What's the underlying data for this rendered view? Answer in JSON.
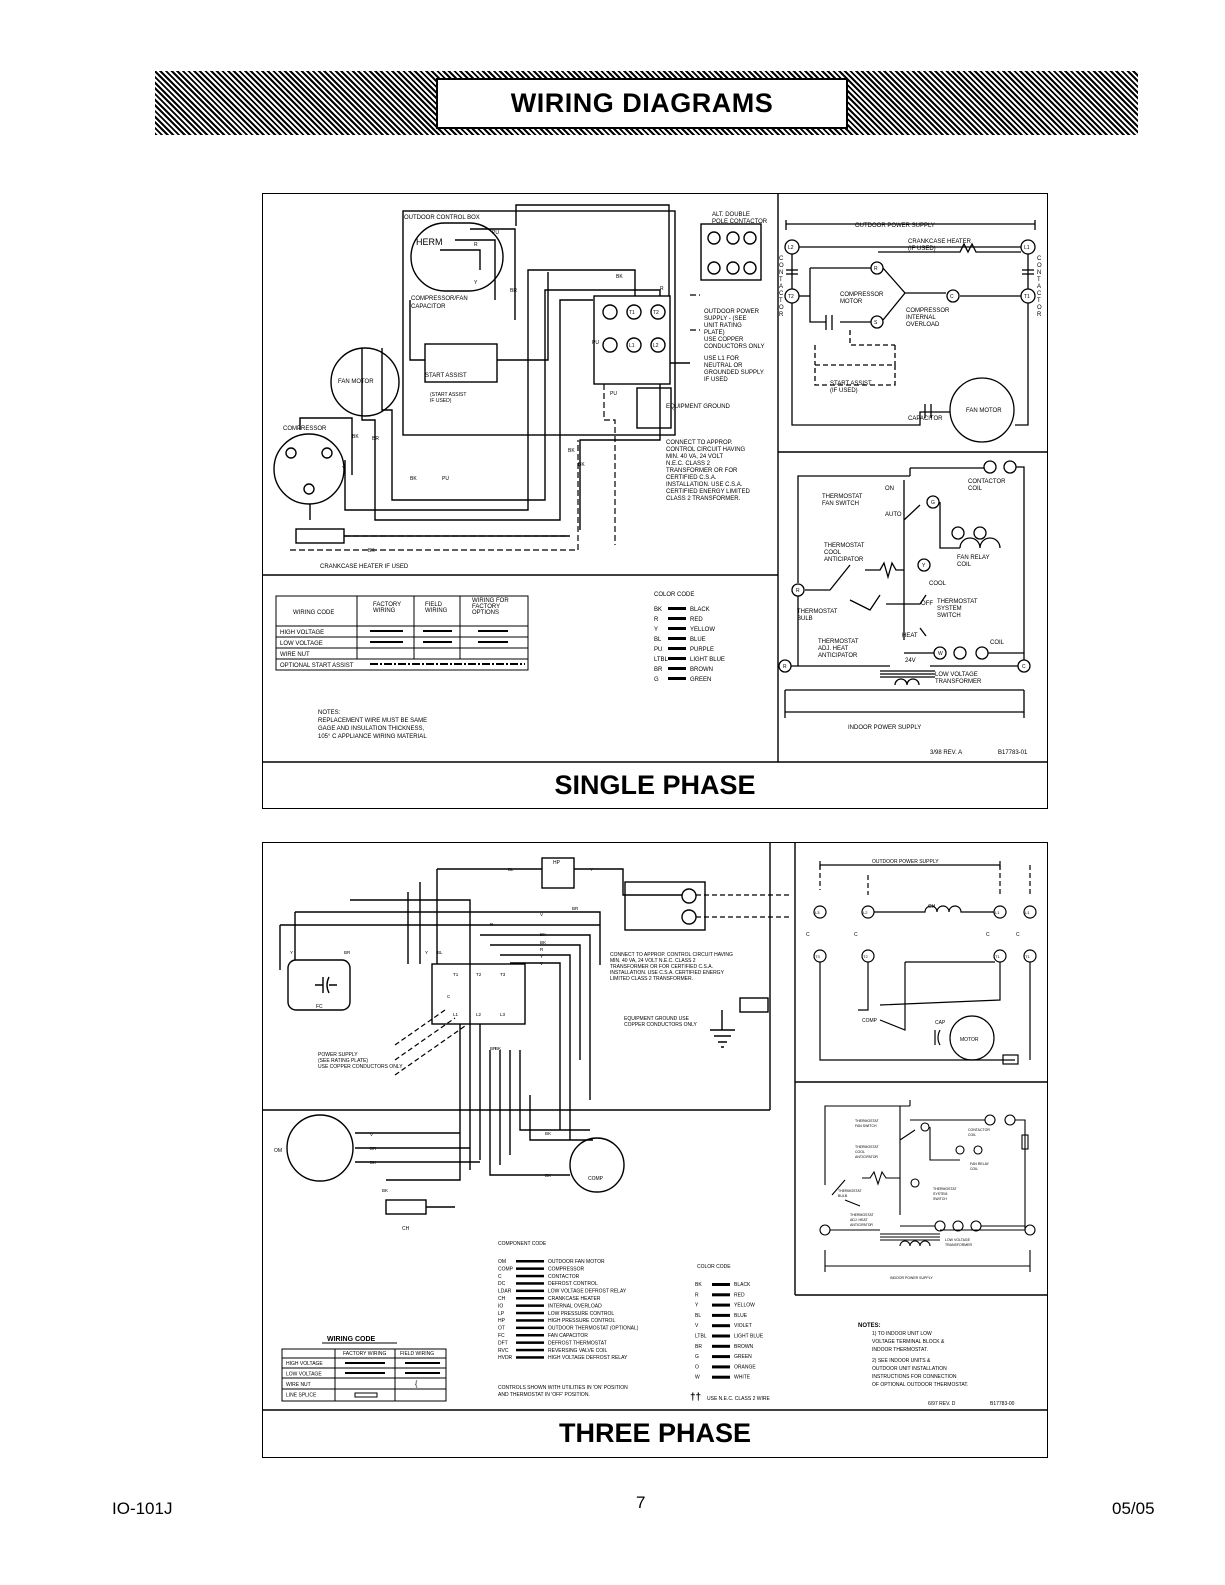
{
  "page": {
    "title": "WIRING DIAGRAMS",
    "doc_id": "IO-101J",
    "page_number": "7",
    "date": "05/05"
  },
  "single": {
    "label": "SINGLE PHASE",
    "main": {
      "control_box": "OUTDOOR CONTROL BOX",
      "comp_fan_cap": [
        "COMPRESSOR/FAN",
        "CAPACITOR"
      ],
      "herm": "HERM",
      "start_assist": "START ASSIST",
      "start_assist_note": [
        "(START ASSIST",
        "IF USED)"
      ],
      "fan_motor": "FAN MOTOR",
      "compressor": "COMPRESSOR",
      "crankcase": "CRANKCASE HEATER IF USED",
      "alt_contactor": [
        "ALT. DOUBLE",
        "POLE CONTACTOR"
      ],
      "outdoor_power": [
        "OUTDOOR POWER",
        "SUPPLY - (SEE",
        "UNIT RATING",
        "PLATE)",
        "USE COPPER",
        "CONDUCTORS ONLY"
      ],
      "use_l1": [
        "USE L1 FOR",
        "NEUTRAL OR",
        "GROUNDED SUPPLY",
        "IF USED"
      ],
      "equipment_ground": "EQUIPMENT GROUND",
      "connect_note": [
        "CONNECT TO APPROP.",
        "CONTROL CIRCUIT HAVING",
        "MIN. 40 VA, 24 VOLT",
        "N.E.C. CLASS 2",
        "TRANSFORMER OR FOR",
        "CERTIFIED C.S.A.",
        "INSTALLATION. USE C.S.A.",
        "CERTIFIED ENERGY LIMITED",
        "CLASS 2 TRANSFORMER."
      ],
      "wire_tags": [
        "PU",
        "R",
        "Y",
        "BK",
        "BR",
        "PU",
        "PU",
        "BK",
        "BK",
        "R",
        "BK",
        "BR",
        "Y",
        "BK",
        "BK",
        "PU"
      ],
      "terms": [
        "T1",
        "T2",
        "L1",
        "L2"
      ]
    },
    "wiring_table": {
      "headers": [
        "WIRING CODE",
        "FACTORY WIRING",
        "FIELD WIRING",
        "WIRING FOR FACTORY OPTIONS"
      ],
      "rows": [
        "HIGH VOLTAGE",
        "LOW VOLTAGE",
        "WIRE NUT",
        "OPTIONAL START ASSIST"
      ]
    },
    "color_code": {
      "title": "COLOR CODE",
      "items": [
        [
          "BK",
          "BLACK"
        ],
        [
          "R",
          "RED"
        ],
        [
          "Y",
          "YELLOW"
        ],
        [
          "BL",
          "BLUE"
        ],
        [
          "PU",
          "PURPLE"
        ],
        [
          "LTBL",
          "LIGHT BLUE"
        ],
        [
          "BR",
          "BROWN"
        ],
        [
          "G",
          "GREEN"
        ]
      ]
    },
    "notes": [
      "NOTES:",
      "REPLACEMENT WIRE MUST BE SAME",
      "GAGE AND INSULATION THICKNESS,",
      "105° C APPLIANCE WIRING MATERIAL"
    ],
    "schematic": {
      "outdoor_power": "OUTDOOR POWER SUPPLY",
      "crankcase": [
        "CRANKCASE HEATER",
        "(IF USED)"
      ],
      "contactor": "CONTACTOR",
      "compressor_motor": [
        "COMPRESSOR",
        "MOTOR"
      ],
      "internal_overload": [
        "COMPRESSOR",
        "INTERNAL",
        "OVERLOAD"
      ],
      "start_assist": [
        "START ASSIST",
        "(IF USED)"
      ],
      "capacitor": "CAPACITOR",
      "fan_motor": "FAN MOTOR"
    },
    "thermostat": {
      "fan_switch": [
        "THERMOSTAT",
        "FAN SWITCH"
      ],
      "on": "ON",
      "auto": "AUTO",
      "contactor_coil": [
        "CONTACTOR",
        "COIL"
      ],
      "cool_anticipator": [
        "THERMOSTAT",
        "COOL",
        "ANTICIPATOR"
      ],
      "fan_relay": [
        "FAN RELAY",
        "COIL"
      ],
      "bulb": [
        "THERMOSTAT",
        "BULB"
      ],
      "cool": "COOL",
      "off": "OFF",
      "heat": "HEAT",
      "system_switch": [
        "THERMOSTAT",
        "SYSTEM",
        "SWITCH"
      ],
      "heat_anticipator": [
        "THERMOSTAT",
        "ADJ. HEAT",
        "ANTICIPATOR"
      ],
      "coil": "COIL",
      "v24": "24V",
      "transformer": [
        "LOW VOLTAGE",
        "TRANSFORMER"
      ],
      "indoor_power": "INDOOR POWER SUPPLY",
      "rev": "3/98 REV. A",
      "part": "B17783-01"
    }
  },
  "three": {
    "label": "THREE PHASE",
    "main": {
      "hp": "HP",
      "connect_note": [
        "CONNECT TO APPROP. CONTROL CIRCUIT HAVING",
        "MIN. 40 VA, 24 VOLT N.E.C. CLASS 2",
        "TRANSFORMER OR FOR CERTIFIED C.S.A.",
        "INSTALLATION. USE C.S.A. CERTIFIED ENERGY",
        "LIMITED CLASS 2 TRANSFORMER."
      ],
      "equipment_ground": [
        "EQUIPMENT GROUND USE",
        "COPPER CONDUCTORS ONLY"
      ],
      "power_supply": [
        "POWER SUPPLY",
        "(SEE RATING PLATE)",
        "USE COPPER CONDUCTORS ONLY"
      ],
      "fc": "FC",
      "om": "OM",
      "ch": "CH",
      "comp": "COMP",
      "wire_tags": [
        "BL",
        "Y",
        "BR",
        "V",
        "R",
        "BK",
        "BK",
        "R",
        "Y",
        "V",
        "BL",
        "Y",
        "BR",
        "Y",
        "BR",
        "BK",
        "V",
        "BR",
        "BK",
        "BK",
        "BK",
        "BK"
      ],
      "terms": [
        "T1",
        "T2",
        "T3",
        "L1",
        "L2",
        "L3",
        "C"
      ]
    },
    "component_code": {
      "title": "COMPONENT CODE",
      "items": [
        [
          "OM",
          "OUTDOOR FAN MOTOR"
        ],
        [
          "COMP",
          "COMPRESSOR"
        ],
        [
          "C",
          "CONTACTOR"
        ],
        [
          "DC",
          "DEFROST CONTROL"
        ],
        [
          "LDAR",
          "LOW VOLTAGE DEFROST RELAY"
        ],
        [
          "CH",
          "CRANKCASE HEATER"
        ],
        [
          "IO",
          "INTERNAL OVERLOAD"
        ],
        [
          "LP",
          "LOW PRESSURE CONTROL"
        ],
        [
          "HP",
          "HIGH PRESSURE CONTROL"
        ],
        [
          "OT",
          "OUTDOOR THERMOSTAT (OPTIONAL)"
        ],
        [
          "FC",
          "FAN CAPACITOR"
        ],
        [
          "DFT",
          "DEFROST THERMOSTAT"
        ],
        [
          "RVC",
          "REVERSING VALVE COIL"
        ],
        [
          "HVDR",
          "HIGH VOLTAGE DEFROST RELAY"
        ]
      ],
      "footnote": [
        "CONTROLS SHOWN WITH UTILITIES IN 'ON' POSITION",
        "AND THERMOSTAT IN 'OFF' POSITION."
      ]
    },
    "color_code": {
      "title": "COLOR CODE",
      "items": [
        [
          "BK",
          "BLACK"
        ],
        [
          "R",
          "RED"
        ],
        [
          "Y",
          "YELLOW"
        ],
        [
          "BL",
          "BLUE"
        ],
        [
          "V",
          "VIOLET"
        ],
        [
          "LTBL",
          "LIGHT BLUE"
        ],
        [
          "BR",
          "BROWN"
        ],
        [
          "G",
          "GREEN"
        ],
        [
          "O",
          "ORANGE"
        ],
        [
          "W",
          "WHITE"
        ]
      ],
      "cross_note": "USE N.E.C. CLASS 2 WIRE"
    },
    "wiring_table": {
      "title": "WIRING CODE",
      "headers": [
        "FACTORY WIRING",
        "FIELD WIRING"
      ],
      "rows": [
        "HIGH VOLTAGE",
        "LOW VOLTAGE",
        "WIRE NUT",
        "LINE SPLICE"
      ]
    },
    "notes": [
      "NOTES:",
      "1) TO INDOOR UNIT LOW",
      "VOLTAGE TERMINAL BLOCK &",
      "INDOOR THERMOSTAT.",
      "2) SEE INDOOR UNITS &",
      "OUTDOOR UNIT INSTALLATION",
      "INSTRUCTIONS FOR CONNECTION",
      "OF OPTIONAL OUTDOOR THERMOSTAT."
    ],
    "rev": "6/97  REV. D",
    "part": "B17783-00",
    "schematic": {
      "outdoor_power": "OUTDOOR POWER SUPPLY",
      "ch": "CH",
      "cap": "CAP",
      "motor": "MOTOR",
      "comp": "COMP",
      "c": "C"
    },
    "thermostat": {
      "fan_switch": [
        "THERMOSTAT",
        "FAN SWITCH"
      ],
      "contactor_coil": [
        "CONTACTOR",
        "COIL"
      ],
      "cool_anticipator": [
        "THERMOSTAT",
        "COOL",
        "ANTICIPATOR"
      ],
      "fan_relay": [
        "FAN RELAY",
        "COIL"
      ],
      "bulb": [
        "THERMOSTAT",
        "BULB"
      ],
      "system_switch": [
        "THERMOSTAT",
        "SYSTEM",
        "SWITCH"
      ],
      "heat_anticipator": [
        "THERMOSTAT",
        "ADJ. HEAT",
        "ANTICIPATOR"
      ],
      "transformer": [
        "LOW VOLTAGE",
        "TRANSFORMER"
      ],
      "indoor_power": "INDOOR POWER SUPPLY"
    }
  }
}
